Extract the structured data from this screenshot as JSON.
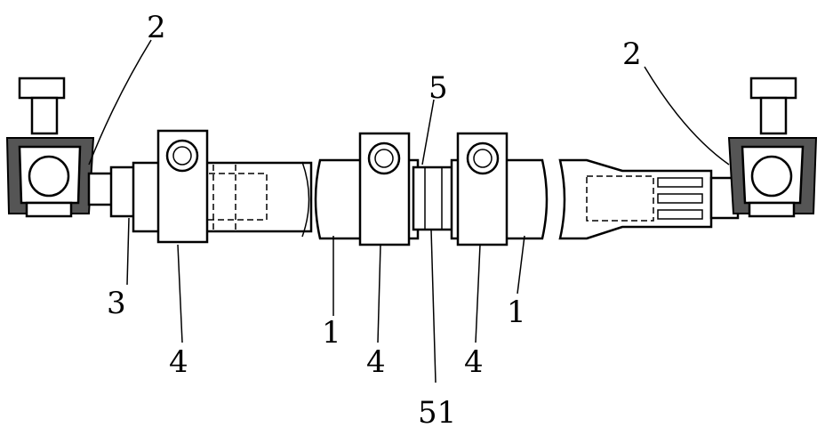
{
  "figure": {
    "labels": {
      "end_left": "2",
      "end_right": "2",
      "coupling": "5",
      "adjuster": "3",
      "clamp_left": "4",
      "tube_left": "1",
      "clamp_mid": "4",
      "coupling_sub": "51",
      "clamp_right": "4",
      "tube_right": "1"
    }
  }
}
